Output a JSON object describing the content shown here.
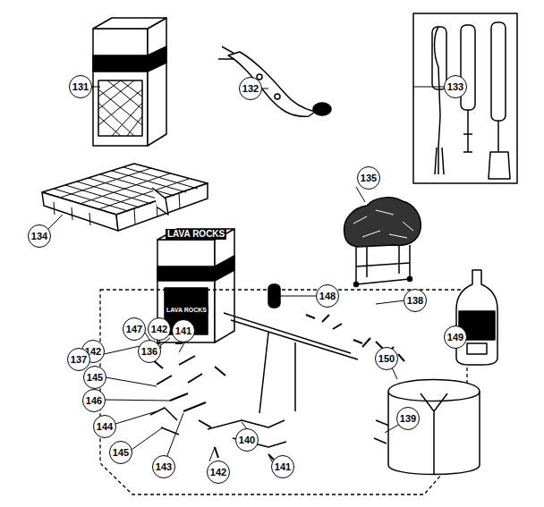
{
  "diagram": {
    "nodes": [
      {
        "text": [
          "131"
        ]
      },
      {
        "text": [
          "132"
        ]
      },
      {
        "text": [
          "133"
        ]
      },
      {
        "text": [
          "135"
        ]
      },
      {
        "text": [
          "134"
        ]
      },
      {
        "text": [
          "148"
        ]
      },
      {
        "text": [
          "138"
        ]
      },
      {
        "text": [
          "147"
        ]
      },
      {
        "text": [
          "142"
        ]
      },
      {
        "text": [
          "141"
        ]
      },
      {
        "text": [
          "149"
        ]
      },
      {
        "text": [
          "136"
        ]
      },
      {
        "text": [
          "142"
        ]
      },
      {
        "text": [
          "137"
        ]
      },
      {
        "text": [
          "150"
        ]
      },
      {
        "text": [
          "145"
        ]
      },
      {
        "text": [
          "146"
        ]
      },
      {
        "text": [
          "144"
        ]
      },
      {
        "text": [
          "139"
        ]
      },
      {
        "text": [
          "140"
        ]
      },
      {
        "text": [
          "145"
        ]
      },
      {
        "text": [
          "143"
        ]
      },
      {
        "text": [
          "141"
        ]
      },
      {
        "text": [
          "142"
        ]
      }
    ],
    "labels": [
      "LAVA ROCKS",
      "LAVA ROCKS"
    ]
  }
}
